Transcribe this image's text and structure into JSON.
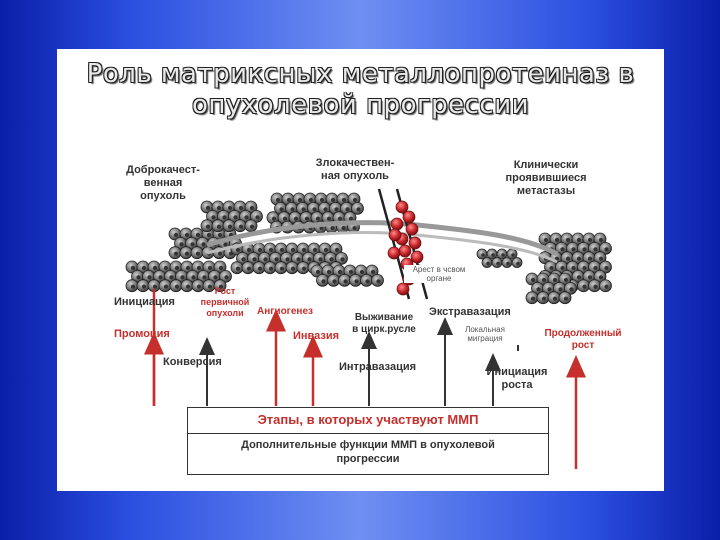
{
  "title_line1": "Роль матриксных металлопротеиназ в",
  "title_line2": "опухолевой прогрессии",
  "labels": {
    "benign": "Доброкачест-\nвенная\nопухоль",
    "malignant": "Злокачествен-\nная опухоль",
    "clinical_mets": "Клинически\nпроявившиеся\nметастазы",
    "arrest": "Арест в чсвом\nоргане",
    "initiation": "Инициация",
    "primary_growth": "Рост\nпервичной\nопухоли",
    "angiogenesis": "Ангиогенез",
    "survival": "Выживание\nв цирк.русле",
    "extravasation": "Экстравазация",
    "promotion": "Промоция",
    "invasion": "Инвазия",
    "local_migration": "Локальная\nмиграция",
    "prolonged_growth": "Продолженный\nрост",
    "conversion": "Конверсия",
    "intravasation": "Интравазация",
    "growth_initiation": "Инициация\nроста"
  },
  "box": {
    "header": "Этапы, в которых участвуют ММП",
    "body": "Дополнительные функции ММП в опухолевой\nпрогрессии"
  },
  "colors": {
    "red": "#c5302d",
    "dark": "#333333",
    "cell": "#7a7a7a",
    "blood": "#c8262b"
  }
}
